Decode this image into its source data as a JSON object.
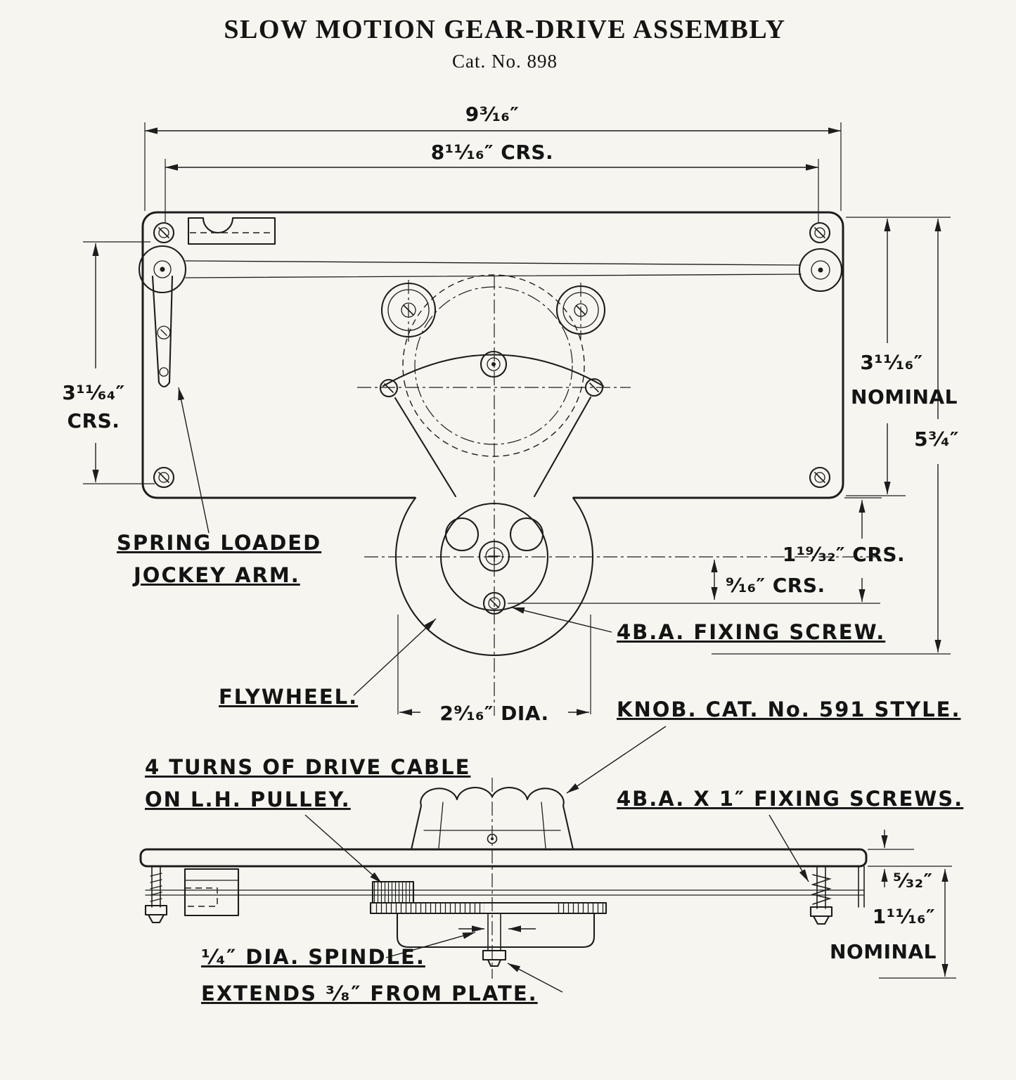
{
  "drawing": {
    "title": "SLOW MOTION GEAR-DRIVE ASSEMBLY",
    "subtitle": "Cat. No. 898"
  },
  "top_view": {
    "dim_overall_width": "9³⁄₁₆″",
    "dim_centres_width": "8¹¹⁄₁₆″ CRS.",
    "dim_left_height_1": "3¹¹⁄₆₄″",
    "dim_left_height_2": "CRS.",
    "dim_right_height_1": "3¹¹⁄₁₆″",
    "dim_right_height_2": "NOMINAL",
    "dim_overall_height": "5³⁄₄″",
    "dim_flywheel_centres": "1¹⁹⁄₃₂″ CRS.",
    "dim_screw_centres": "⁹⁄₁₆″ CRS.",
    "dim_flywheel_dia": "2⁹⁄₁₆″ DIA.",
    "label_jockey_1": "SPRING LOADED",
    "label_jockey_2": "JOCKEY ARM.",
    "label_flywheel": "FLYWHEEL.",
    "label_fixing_screw": "4B.A. FIXING SCREW."
  },
  "side_view": {
    "label_knob": "KNOB. CAT. No. 591 STYLE.",
    "label_cable_1": "4 TURNS OF DRIVE CABLE",
    "label_cable_2": "ON L.H. PULLEY.",
    "label_fixing_screws": "4B.A. X 1″ FIXING SCREWS.",
    "label_spindle_1": "¹⁄₄″ DIA. SPINDLE.",
    "label_spindle_2": "EXTENDS ³⁄₈″ FROM PLATE.",
    "dim_plate_thickness": "⁵⁄₃₂″",
    "dim_overall_height_1": "1¹¹⁄₁₆″",
    "dim_overall_height_2": "NOMINAL"
  }
}
